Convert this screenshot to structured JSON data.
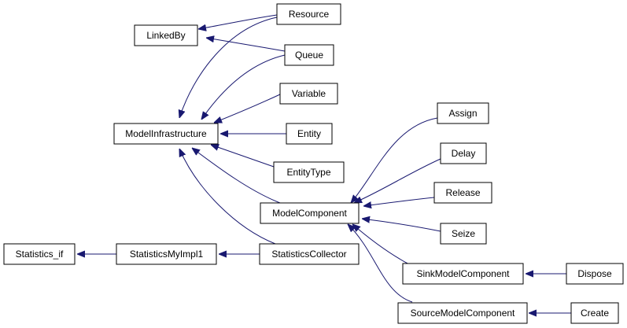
{
  "nodes": [
    {
      "id": "resource",
      "label": "Resource"
    },
    {
      "id": "linkedby",
      "label": "LinkedBy"
    },
    {
      "id": "queue",
      "label": "Queue"
    },
    {
      "id": "variable",
      "label": "Variable"
    },
    {
      "id": "modelinfrastructure",
      "label": "ModelInfrastructure"
    },
    {
      "id": "entity",
      "label": "Entity"
    },
    {
      "id": "entitytype",
      "label": "EntityType"
    },
    {
      "id": "assign",
      "label": "Assign"
    },
    {
      "id": "delay",
      "label": "Delay"
    },
    {
      "id": "release",
      "label": "Release"
    },
    {
      "id": "modelcomponent",
      "label": "ModelComponent"
    },
    {
      "id": "seize",
      "label": "Seize"
    },
    {
      "id": "statistics_if",
      "label": "Statistics_if"
    },
    {
      "id": "statisticsmyimpl1",
      "label": "StatisticsMyImpl1"
    },
    {
      "id": "statisticscollector",
      "label": "StatisticsCollector"
    },
    {
      "id": "sinkmodelcomponent",
      "label": "SinkModelComponent"
    },
    {
      "id": "dispose",
      "label": "Dispose"
    },
    {
      "id": "sourcemodelcomponent",
      "label": "SourceModelComponent"
    },
    {
      "id": "create",
      "label": "Create"
    }
  ],
  "edges": [
    {
      "from": "resource",
      "to": "linkedby"
    },
    {
      "from": "queue",
      "to": "linkedby"
    },
    {
      "from": "resource",
      "to": "modelinfrastructure"
    },
    {
      "from": "queue",
      "to": "modelinfrastructure"
    },
    {
      "from": "variable",
      "to": "modelinfrastructure"
    },
    {
      "from": "entity",
      "to": "modelinfrastructure"
    },
    {
      "from": "entitytype",
      "to": "modelinfrastructure"
    },
    {
      "from": "modelcomponent",
      "to": "modelinfrastructure"
    },
    {
      "from": "statisticscollector",
      "to": "modelinfrastructure"
    },
    {
      "from": "assign",
      "to": "modelcomponent"
    },
    {
      "from": "delay",
      "to": "modelcomponent"
    },
    {
      "from": "release",
      "to": "modelcomponent"
    },
    {
      "from": "seize",
      "to": "modelcomponent"
    },
    {
      "from": "sinkmodelcomponent",
      "to": "modelcomponent"
    },
    {
      "from": "sourcemodelcomponent",
      "to": "modelcomponent"
    },
    {
      "from": "statisticsmyimpl1",
      "to": "statistics_if"
    },
    {
      "from": "statisticscollector",
      "to": "statisticsmyimpl1"
    },
    {
      "from": "dispose",
      "to": "sinkmodelcomponent"
    },
    {
      "from": "create",
      "to": "sourcemodelcomponent"
    }
  ]
}
